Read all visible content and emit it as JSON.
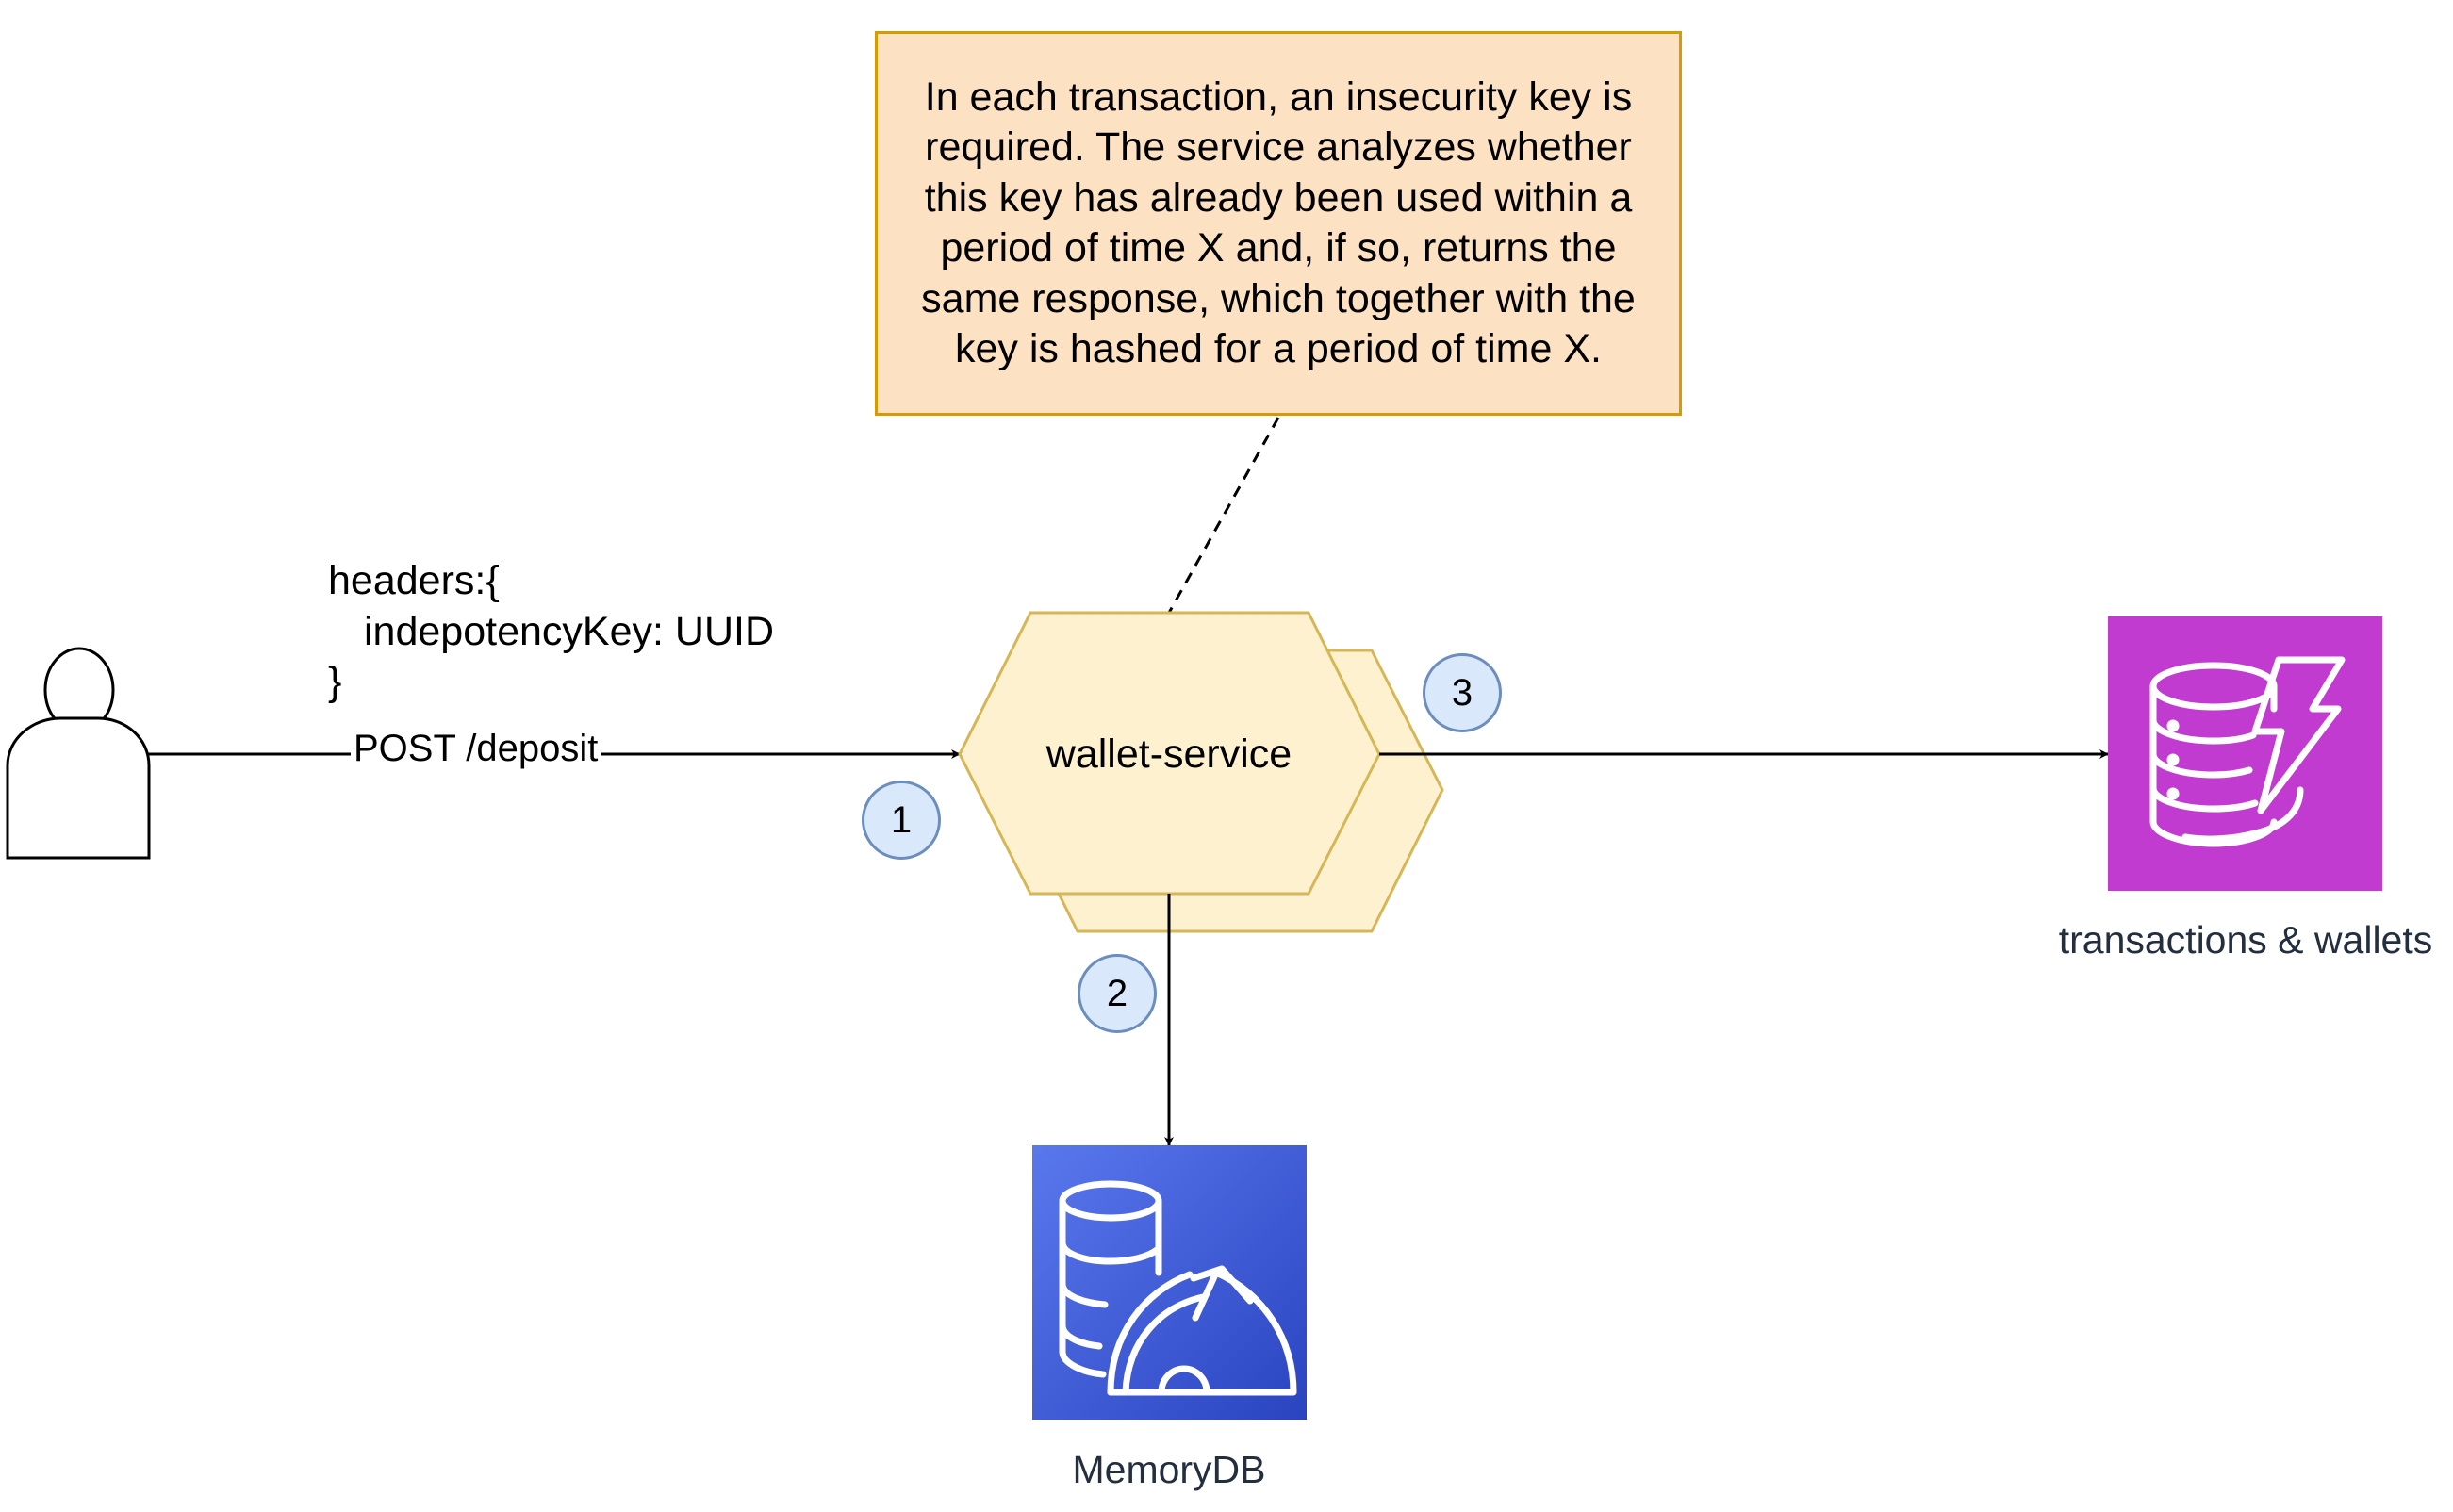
{
  "note": {
    "text": "In each transaction, an insecurity key is required. The service analyzes whether this key has already been used within a period of time X and, if so, returns the same response, which together with the key is hashed for a period of time X."
  },
  "request": {
    "headers_line1": "headers:{",
    "headers_line2": "indepotencyKey: UUID",
    "headers_line3": "}",
    "edge_label": "POST /deposit"
  },
  "service": {
    "label": "wallet-service"
  },
  "steps": {
    "step1": "1",
    "step2": "2",
    "step3": "3"
  },
  "databases": {
    "dynamodb_label": "transactions & wallets",
    "memorydb_label": "MemoryDB"
  },
  "colors": {
    "note_fill": "#fce1c2",
    "note_border": "#d79b00",
    "hexagon_fill": "#fdf1cf",
    "hexagon_border": "#d6b656",
    "badge_fill": "#dae8fc",
    "badge_border": "#6c8ebf",
    "dynamodb_fill": "#c13bd1",
    "memorydb_fill_top": "#4f70e6",
    "memorydb_fill_bottom": "#2c47c2"
  },
  "icons": {
    "user": "user-icon",
    "dynamodb": "dynamodb-icon",
    "memorydb": "memorydb-icon"
  }
}
